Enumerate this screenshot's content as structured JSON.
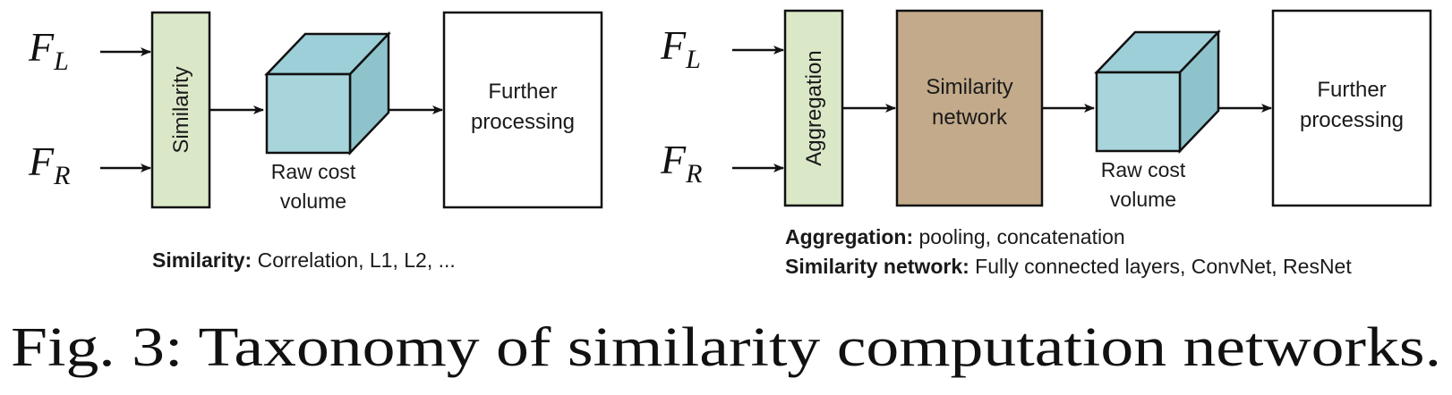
{
  "left": {
    "input_left": {
      "main": "F",
      "sub": "L"
    },
    "input_right": {
      "main": "F",
      "sub": "R"
    },
    "similarity_box": "Similarity",
    "volume_label": [
      "Raw cost",
      "volume"
    ],
    "further_box": [
      "Further",
      "processing"
    ],
    "legend": {
      "key": "Similarity:",
      "value": " Correlation, L1, L2, ..."
    }
  },
  "right": {
    "input_left": {
      "main": "F",
      "sub": "L"
    },
    "input_right": {
      "main": "F",
      "sub": "R"
    },
    "aggregation_box": "Aggregation",
    "similarity_network_box": [
      "Similarity",
      "network"
    ],
    "volume_label": [
      "Raw cost",
      "volume"
    ],
    "further_box": [
      "Further",
      "processing"
    ],
    "legend": [
      {
        "key": "Aggregation:",
        "value": " pooling, concatenation"
      },
      {
        "key": "Similarity network:",
        "value": " Fully connected layers, ConvNet, ResNet"
      }
    ]
  },
  "caption": "Fig. 3:  Taxonomy of similarity computation networks.",
  "colors": {
    "green_box": "#dbe8c8",
    "brown_box": "#c2aa8a",
    "cube_front": "#a8d4dc",
    "cube_top": "#9dcfd8",
    "cube_side": "#8fc3cc",
    "stroke": "#111111"
  }
}
